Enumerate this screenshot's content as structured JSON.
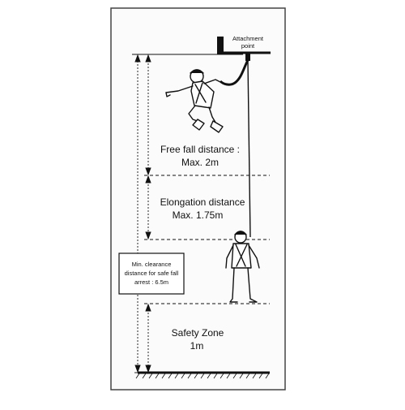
{
  "attachment_label": [
    "Attachment",
    "point"
  ],
  "zones": [
    {
      "id": "free-fall",
      "lines": [
        "Free fall distance :",
        "Max. 2m"
      ]
    },
    {
      "id": "elongation",
      "lines": [
        "Elongation distance",
        "Max. 1.75m"
      ]
    },
    {
      "id": "safety",
      "lines": [
        "Safety Zone",
        "1m"
      ]
    }
  ],
  "clearance_box": [
    "Min. clearance",
    "distance for safe fall",
    "arrest : 6.5m"
  ],
  "colors": {
    "ink": "#111111",
    "panel": "#fbfbfb",
    "frame": "#444444"
  }
}
